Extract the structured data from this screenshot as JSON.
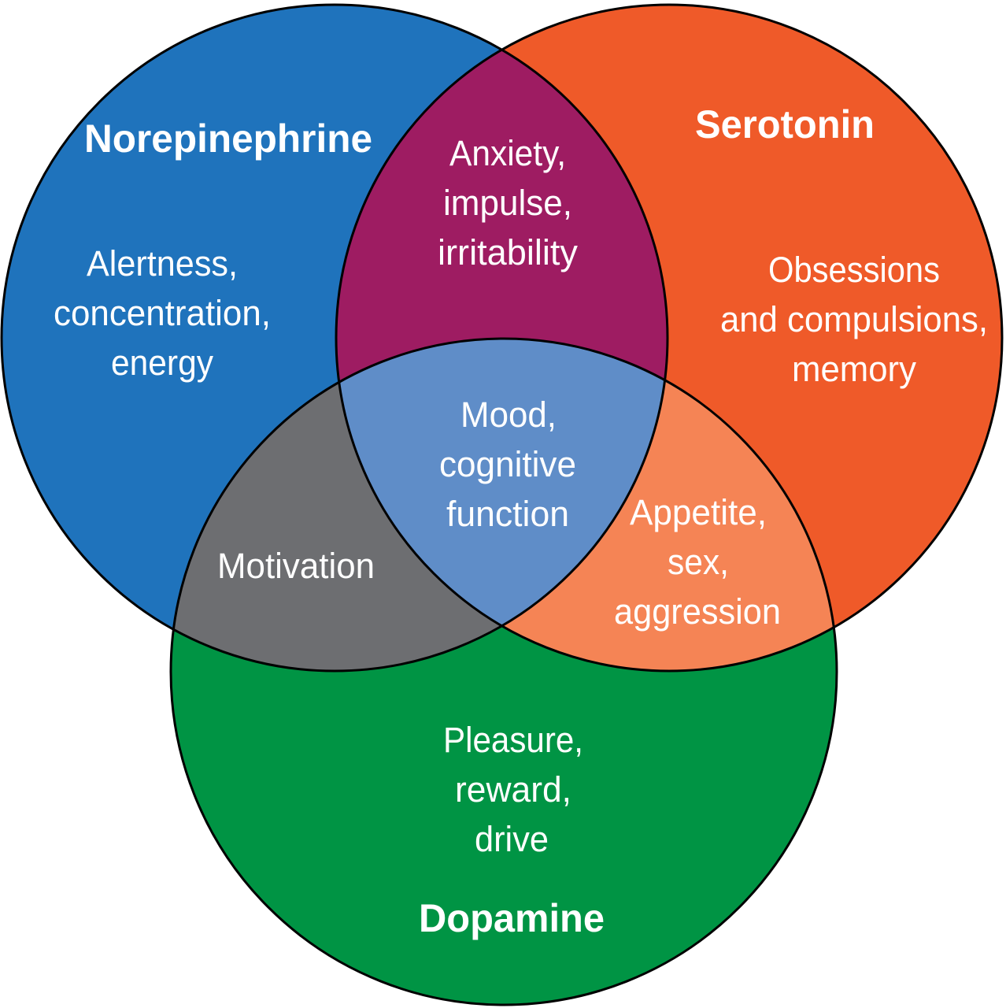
{
  "diagram": {
    "type": "venn-3",
    "sets": [
      {
        "id": "norepinephrine",
        "name": "Norepinephrine",
        "color": "#1f73bc",
        "functions": [
          "Alertness,",
          "concentration,",
          "energy"
        ]
      },
      {
        "id": "serotonin",
        "name": "Serotonin",
        "color": "#ef5a29",
        "functions": [
          "Obsessions",
          "and compulsions,",
          "memory"
        ]
      },
      {
        "id": "dopamine",
        "name": "Dopamine",
        "color": "#009444",
        "functions": [
          "Pleasure,",
          "reward,",
          "drive"
        ]
      }
    ],
    "intersections": [
      {
        "id": "norepinephrine-serotonin",
        "sets": [
          "Norepinephrine",
          "Serotonin"
        ],
        "color": "#9e1c62",
        "functions": [
          "Anxiety,",
          "impulse,",
          "irritability"
        ]
      },
      {
        "id": "norepinephrine-dopamine",
        "sets": [
          "Norepinephrine",
          "Dopamine"
        ],
        "color": "#6d6e71",
        "functions": [
          "Motivation"
        ]
      },
      {
        "id": "serotonin-dopamine",
        "sets": [
          "Serotonin",
          "Dopamine"
        ],
        "color": "#f58455",
        "functions": [
          "Appetite,",
          "sex,",
          "aggression"
        ]
      },
      {
        "id": "all-three",
        "sets": [
          "Norepinephrine",
          "Serotonin",
          "Dopamine"
        ],
        "color": "#5f8dc8",
        "functions": [
          "Mood,",
          "cognitive",
          "function"
        ]
      }
    ],
    "outline_color": "#000000",
    "text_color": "#ffffff"
  }
}
